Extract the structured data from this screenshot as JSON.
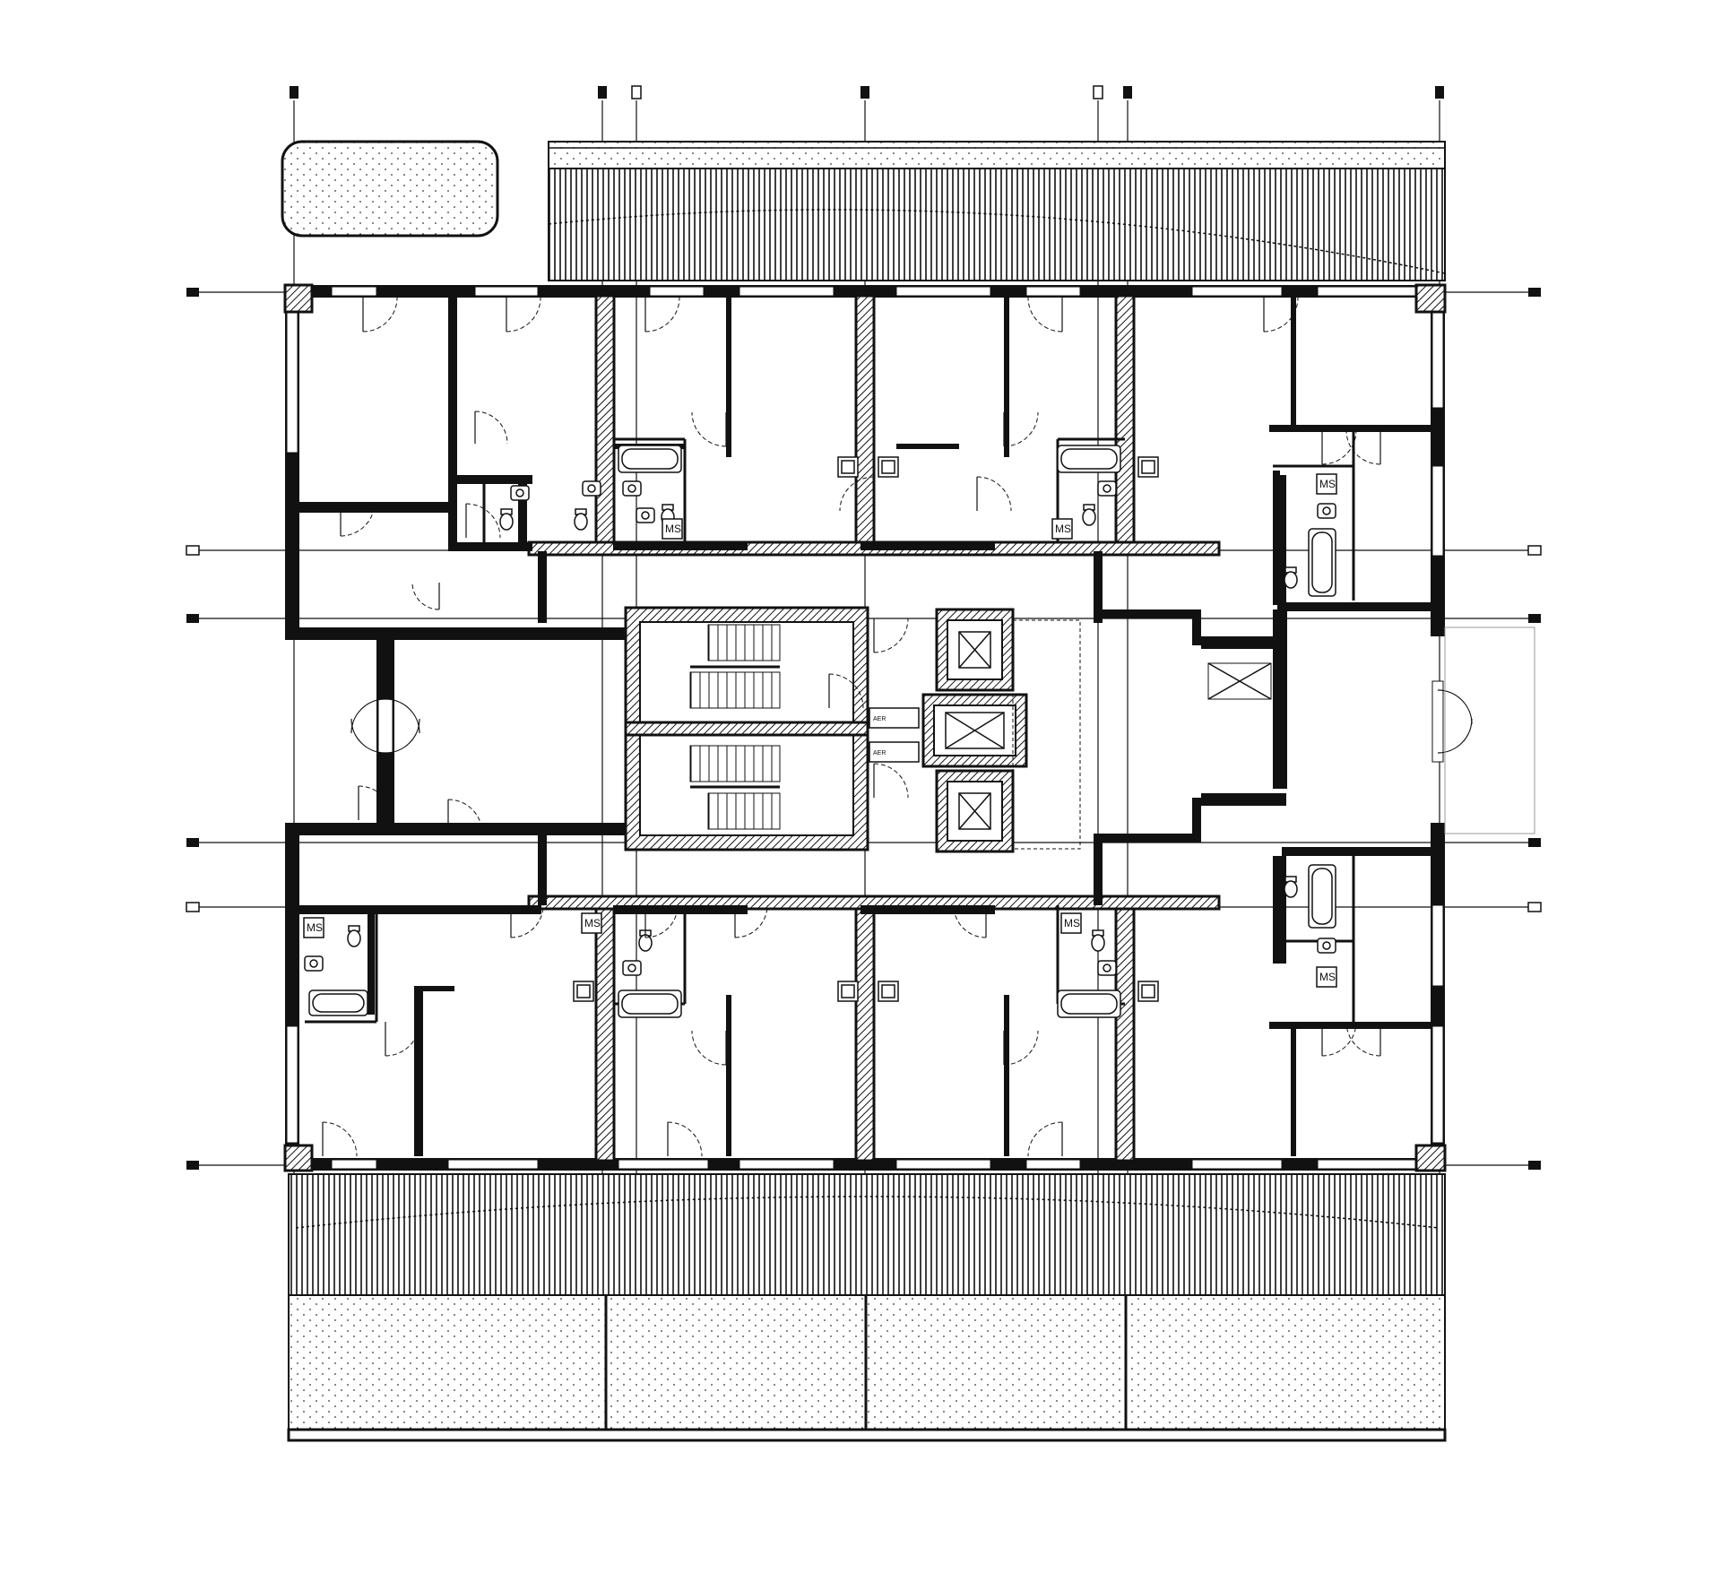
{
  "drawing": {
    "type": "architectural floor plan",
    "labels": {
      "ms": "MS",
      "aer": "AER"
    }
  },
  "colors": {
    "ink": "#111111",
    "paper": "#ffffff"
  }
}
